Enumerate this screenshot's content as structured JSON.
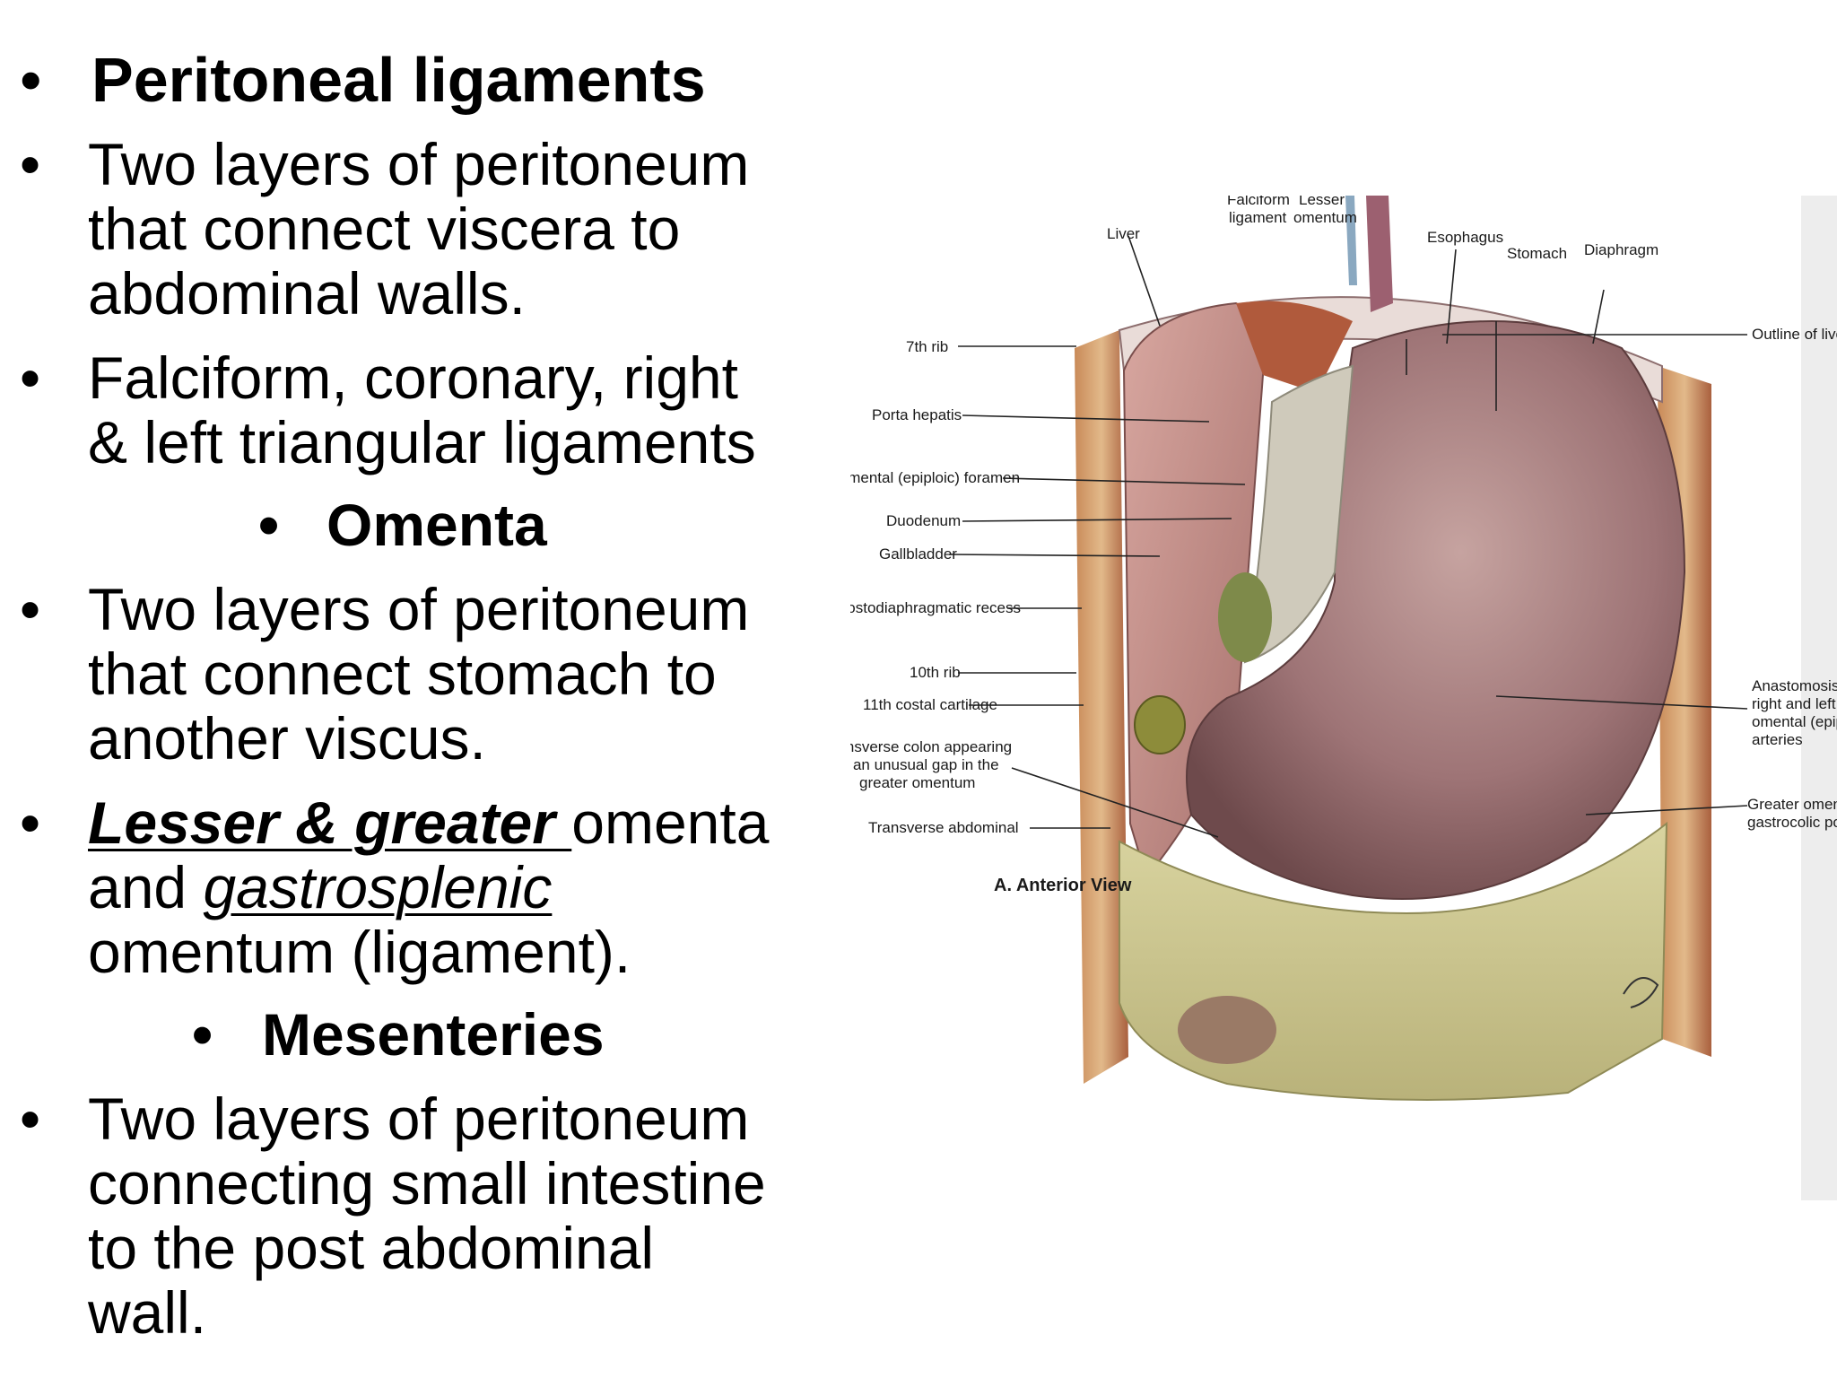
{
  "text": {
    "peritoneal_heading": "Peritoneal ligaments",
    "p1_l1": "Two layers of peritoneum",
    "p1_l2": "that connect viscera to",
    "p1_l3": "abdominal walls.",
    "p2_l1": "Falciform, coronary, right",
    "p2_l2": "& left triangular ligaments",
    "omenta_heading": "Omenta",
    "p3_l1": "Two layers of peritoneum",
    "p3_l2": "that connect stomach to",
    "p3_l3": "another viscus.",
    "p4_u": "Lesser & greater ",
    "p4_rest": "omenta",
    "p4_l2_and": "and ",
    "p4_l2_it": "gastrosplenic",
    "p4_l3": "omentum (ligament).",
    "mesenteries_heading": "Mesenteries",
    "p5_l1": "Two layers of peritoneum",
    "p5_l2": "connecting small intestine",
    "p5_l3": "to the post abdominal",
    "p5_l4": "wall.",
    "bullet": "•"
  },
  "figure_labels": {
    "falciform": "Falciform",
    "ligament": "ligament",
    "lesser": "Lesser",
    "omentum": "omentum",
    "liver": "Liver",
    "esophagus": "Esophagus",
    "stomach": "Stomach",
    "diaphragm": "Diaphragm",
    "rib7": "7th rib",
    "outline_liver": "Outline of liver (dotted",
    "porta_hepatis": "Porta hepatis",
    "omental_foramen": "Omental (epiploic) foramen",
    "duodenum": "Duodenum",
    "gallbladder": "Gallbladder",
    "costo_recess": "Costodiaphragmatic recess",
    "rib10": "10th rib",
    "cc11": "11th costal cartilage",
    "anast1": "Anastomosis betw",
    "anast2": "right and left gas",
    "anast3": "omental (epiploic",
    "anast4": "arteries",
    "tc1": "Transverse colon appearing",
    "tc2": "in an unusual gap in the",
    "tc3": "greater omentum",
    "go1": "Greater omentum,",
    "go2": "gastrocolic portion",
    "trans_abd": "Transverse abdominal",
    "view": "A. Anterior View"
  }
}
